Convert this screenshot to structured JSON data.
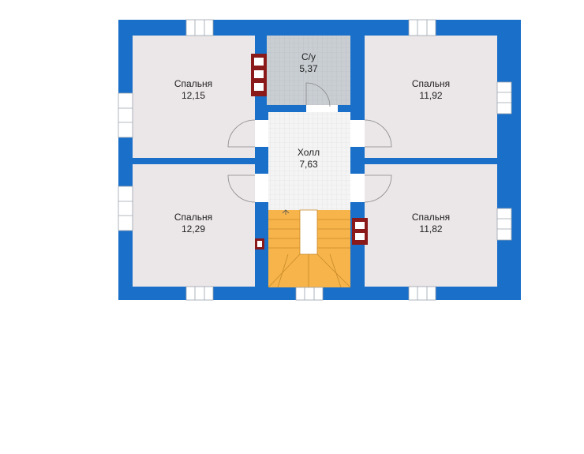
{
  "colors": {
    "wall": "#1a6fc9",
    "room": "#ebe6e8",
    "bath": "#c9ced3",
    "hall": "#f2f2f2",
    "stair": "#f6b44a",
    "chimney": "#8a1a1a",
    "window": "#ffffff"
  },
  "rooms": [
    {
      "name": "Спальня",
      "area": "12,15"
    },
    {
      "name": "С/у",
      "area": "5,37"
    },
    {
      "name": "Спальня",
      "area": "11,92"
    },
    {
      "name": "Холл",
      "area": "7,63"
    },
    {
      "name": "Спальня",
      "area": "12,29"
    },
    {
      "name": "Спальня",
      "area": "11,82"
    }
  ]
}
